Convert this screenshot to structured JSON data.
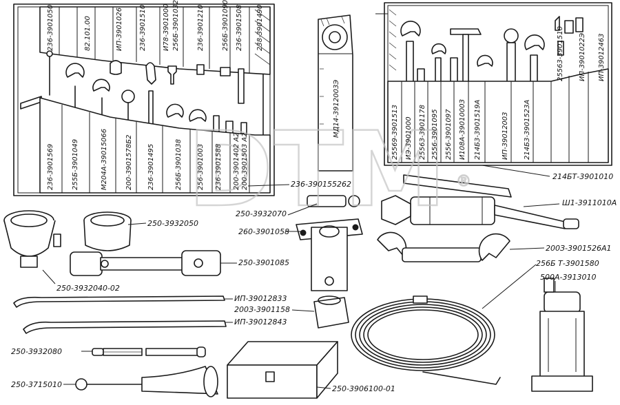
{
  "watermark": {
    "text": "DTM",
    "registered": "®"
  },
  "left_kit": {
    "top_labels": [
      "236-3901050",
      "82.101.00",
      "ИП-3901026",
      "236-3901510",
      "И78-3901000",
      "256Б-3901032",
      "236-3901210",
      "256Б-3901090",
      "236-3901508",
      "238-3901490"
    ],
    "bottom_labels": [
      "236-3901569",
      "255Б-3901049",
      "М204А-39015066",
      "200-3901578Б2",
      "236-3901495",
      "256Б-3901038",
      "256-3901003",
      "236-3901588",
      "200-3901402 А2",
      "200-3901503 А2"
    ]
  },
  "right_kit": {
    "top_labels": [
      "25563-3901510",
      "ИП-3901022Э",
      "ИП-39012463"
    ],
    "bottom_labels": [
      "25569-3901513",
      "ИЭ-3901000",
      "2556З-3901178",
      "2556-3901095",
      "2556-3901097",
      "И108А-3901000З",
      "214Б3-3901519А",
      "ИП-39012003",
      "214Б3-3901523А"
    ]
  },
  "handle_label": "МД14-3912003Э",
  "callouts": {
    "right_kit_bag": "214БТ-3901010",
    "grease_gun": "Ш1-3911010А",
    "pin": "236-390155262",
    "drift": "250-3932070",
    "wrench_box": "260-3901058",
    "socket_cup": "250-3932050",
    "wheel_wrench": "250-3901085",
    "oil_cup": "250-3932040-02",
    "flat_spanner": "200З-3901526А1",
    "hose": "256Б Т-3901580",
    "jack": "500А-3913010",
    "pry_bar_1": "ИП-39012833",
    "socket_small": "200З-3901158",
    "pry_bar_2": "ИП-39012843",
    "extension": "250-3932080",
    "tyre_pump_tip": "250-3715010",
    "tool_box": "250-3906100-01"
  }
}
